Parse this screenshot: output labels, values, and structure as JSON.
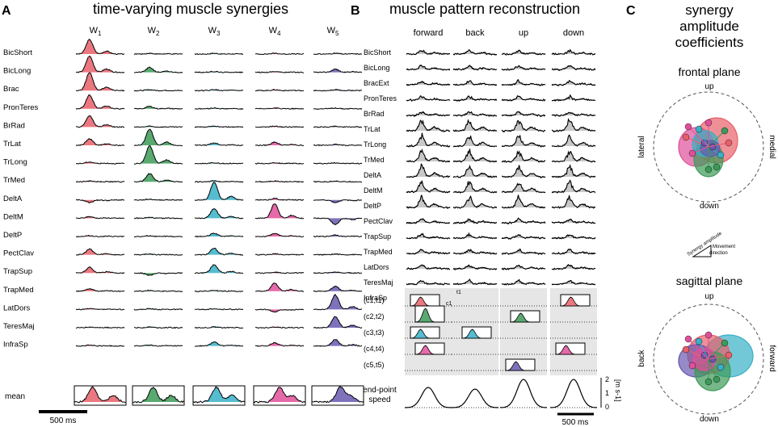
{
  "panelA": {
    "letter": "A",
    "title": "time-varying muscle synergies",
    "synergies": [
      "W1",
      "W2",
      "W3",
      "W4",
      "W5"
    ],
    "colors": [
      "#e8606a",
      "#3c9a58",
      "#38b0c8",
      "#e0509a",
      "#6a58b0"
    ],
    "muscles": [
      "BicShort",
      "BicLong",
      "Brac",
      "PronTeres",
      "BrRad",
      "TrLat",
      "TrLong",
      "TrMed",
      "DeltA",
      "DeltM",
      "DeltP",
      "PectClav",
      "TrapSup",
      "TrapMed",
      "LatDors",
      "TeresMaj",
      "InfraSp"
    ],
    "mean_label": "mean",
    "scale_label": "500 ms"
  },
  "panelB": {
    "letter": "B",
    "title": "muscle pattern reconstruction",
    "directions": [
      "forward",
      "back",
      "up",
      "down"
    ],
    "muscles": [
      "BicShort",
      "BicLong",
      "BracExt",
      "PronTeres",
      "BrRad",
      "TrLat",
      "TrLong",
      "TrMed",
      "DeltA",
      "DeltM",
      "DeltP",
      "PectClav",
      "TrapSup",
      "TrapMed",
      "LatDors",
      "TeresMaj",
      "InfraSp"
    ],
    "coef_labels": [
      "(c1,t1)",
      "(c2,t2)",
      "(c3,t3)",
      "(c4,t4)",
      "(c5,t5)"
    ],
    "t_label": "t1",
    "c_label": "c1",
    "speed_label_1": "end-point",
    "speed_label_2": "speed",
    "speed_axis_label": "[m s-1]",
    "speed_ticks": [
      "2",
      "1",
      "0"
    ],
    "scale_label": "500 ms"
  },
  "panelC": {
    "letter": "C",
    "title_lines": [
      "synergy",
      "amplitude",
      "coefficients"
    ],
    "frontal": {
      "title": "frontal plane",
      "top": "up",
      "bottom": "down",
      "left": "lateral",
      "right": "medial"
    },
    "sagittal": {
      "title": "sagittal plane",
      "top": "up",
      "bottom": "down",
      "left": "back",
      "right": "forward"
    },
    "legend": {
      "amplitude": "Synergy amplitude",
      "direction_1": "Movement",
      "direction_2": "direction"
    }
  }
}
